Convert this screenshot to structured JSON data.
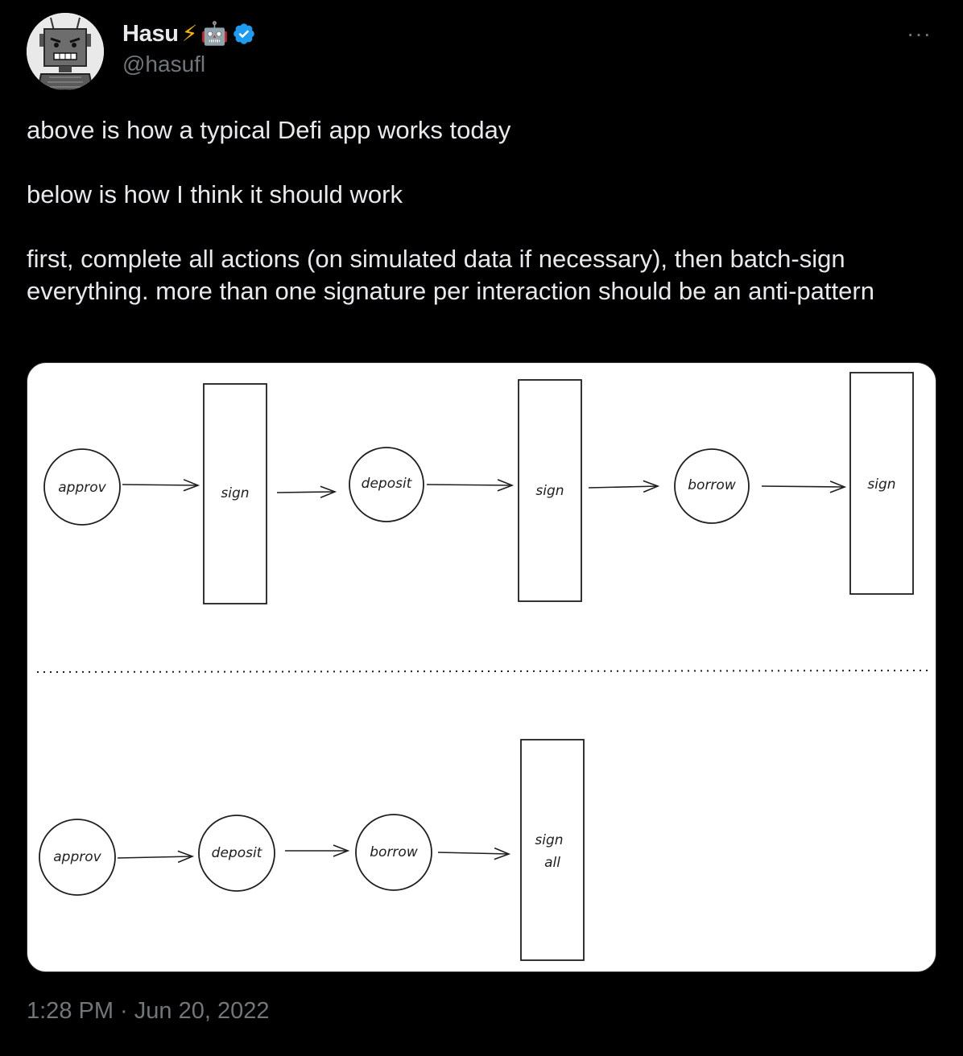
{
  "author": {
    "display_name": "Hasu",
    "name_emoji_1": "⚡",
    "name_emoji_2": "🤖",
    "verified_icon": "verified-badge-icon",
    "handle": "@hasufl"
  },
  "menu": {
    "more_label": "···"
  },
  "tweet": {
    "paragraph_1": "above is how a typical Defi app works today",
    "paragraph_2": "below is how I think it should work",
    "paragraph_3": "first, complete all actions (on simulated data if necessary), then batch-sign everything. more than one signature per interaction should be an anti-pattern"
  },
  "diagram": {
    "top_row": {
      "approve": "approv",
      "sign_1": "sign",
      "deposit": "deposit",
      "sign_2": "sign",
      "borrow": "borrow",
      "sign_3": "sign"
    },
    "bottom_row": {
      "approve": "approv",
      "deposit": "deposit",
      "borrow": "borrow",
      "sign_all_line1": "sign",
      "sign_all_line2": "all"
    }
  },
  "timestamp": "1:28 PM · Jun 20, 2022",
  "colors": {
    "background": "#000000",
    "text": "#e7e9ea",
    "muted": "#71767b",
    "verified": "#1d9bf0",
    "lightning": "#f4b400"
  }
}
